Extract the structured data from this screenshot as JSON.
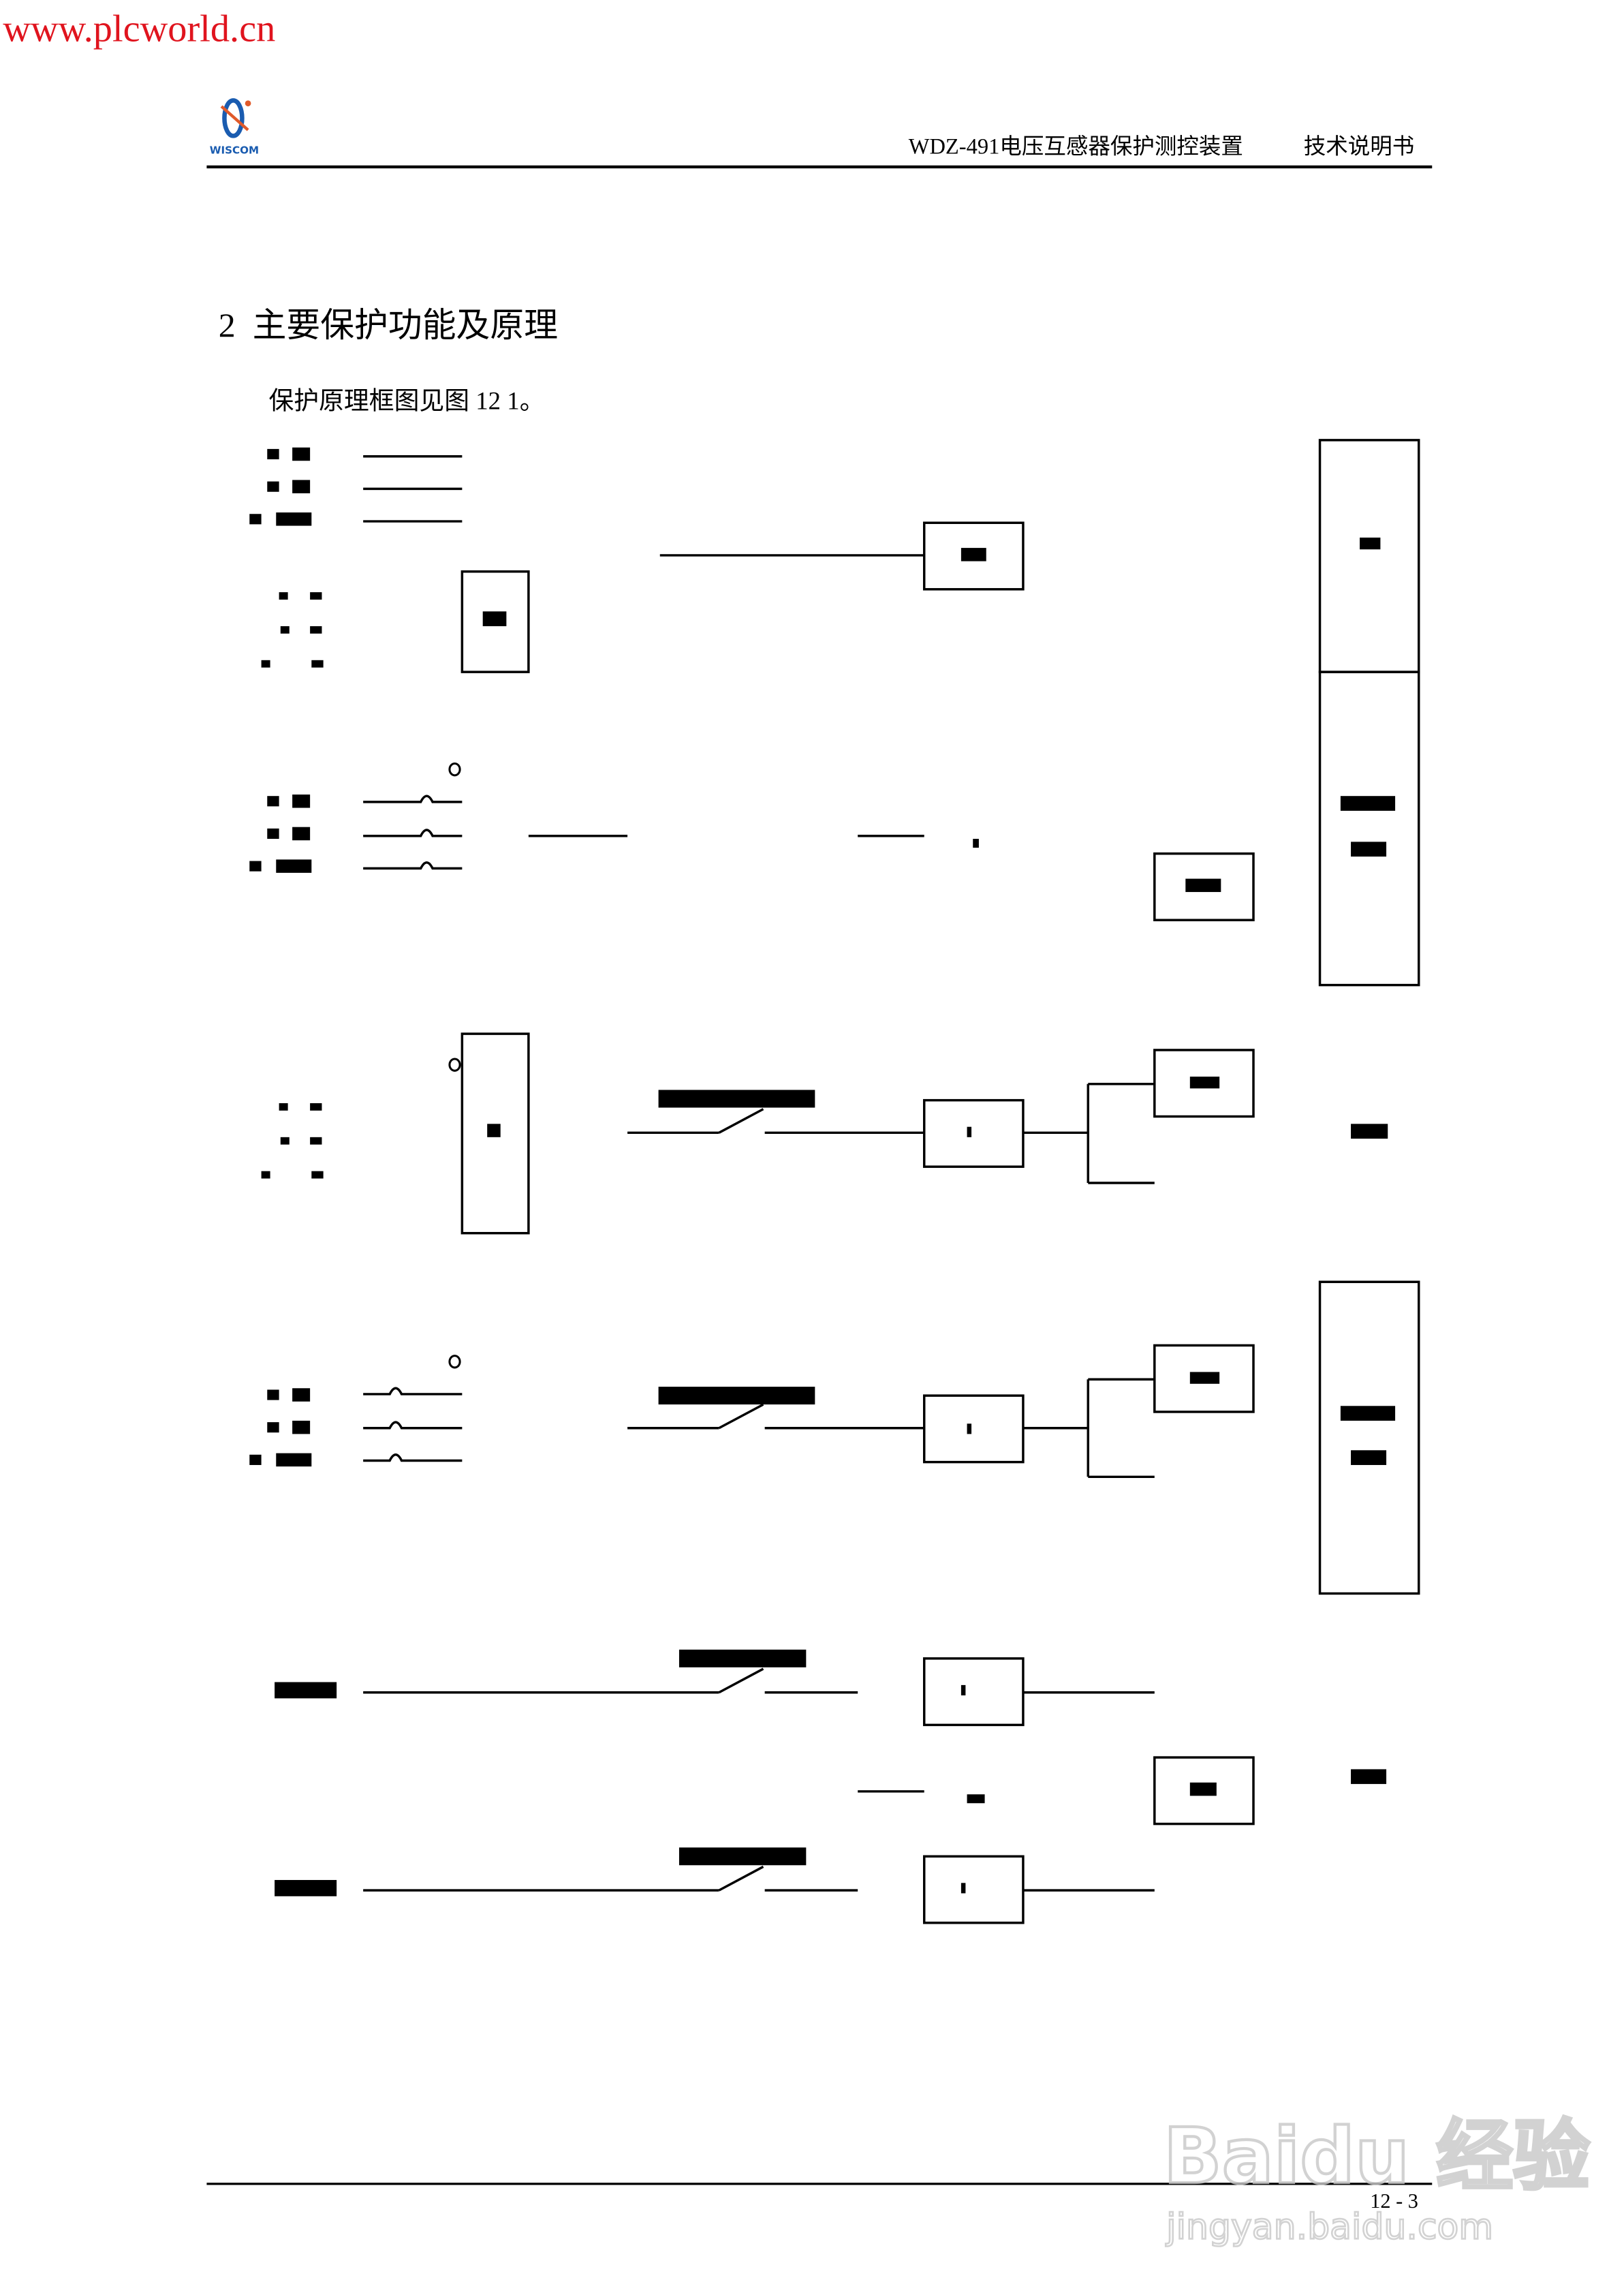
{
  "watermark_top": {
    "text": "www.plcworld.cn",
    "color": "#e0141e"
  },
  "header": {
    "logo_text": "WISCOM",
    "title": "WDZ-491电压互感器保护测控装置",
    "doc_type": "技术说明书"
  },
  "section": {
    "heading": "2  主要保护功能及原理",
    "intro": "保护原理框图见图 12 1。"
  },
  "diagram": {
    "labels_redacted": true,
    "line_color": "#000000"
  },
  "footer": {
    "page_number": "12 - 3",
    "watermark_brand": "Baidu 经验",
    "watermark_url": "jingyan.baidu.com"
  }
}
